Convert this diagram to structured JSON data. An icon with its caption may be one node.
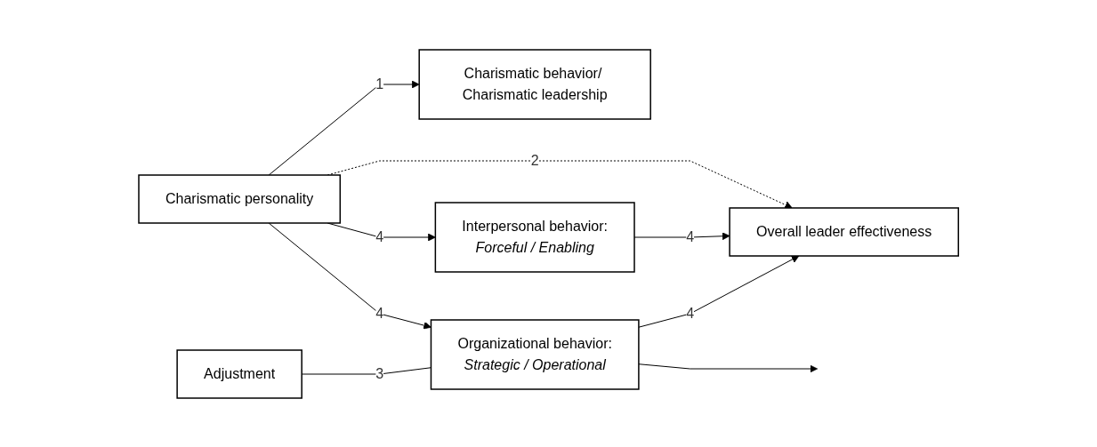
{
  "diagram": {
    "nodes": [
      {
        "text": [
          "Charismatic behavior/ Charismatic leadership"
        ]
      },
      {
        "text": [
          "Interpersonal behavior:",
          "Forceful / Enabling"
        ]
      },
      {
        "text": [
          "Charismatic personality"
        ]
      },
      {
        "text": [
          "Overall leader effectiveness"
        ]
      },
      {
        "text": [
          "Organizational behavior:",
          "Strategic / Operational"
        ]
      },
      {
        "text": [
          "Adjustment"
        ]
      }
    ],
    "edges": [
      {
        "from": 2,
        "to": 0,
        "arrow": "to",
        "label": "1"
      },
      {
        "from": 2,
        "to": 1,
        "arrow": "to",
        "label": "4"
      },
      {
        "from": 2,
        "to": 3,
        "arrow": "to",
        "label": "2",
        "style": "dashed"
      },
      {
        "from": 2,
        "to": 4,
        "arrow": "to",
        "label": "4"
      },
      {
        "from": 1,
        "to": 3,
        "arrow": "to",
        "label": "4"
      },
      {
        "from": 4,
        "to": 3,
        "arrow": "to",
        "label": "4"
      },
      {
        "from": 4,
        "to": null,
        "arrow": "to"
      },
      {
        "from": 5,
        "to": 4,
        "arrow": "none",
        "label": "3"
      }
    ]
  }
}
